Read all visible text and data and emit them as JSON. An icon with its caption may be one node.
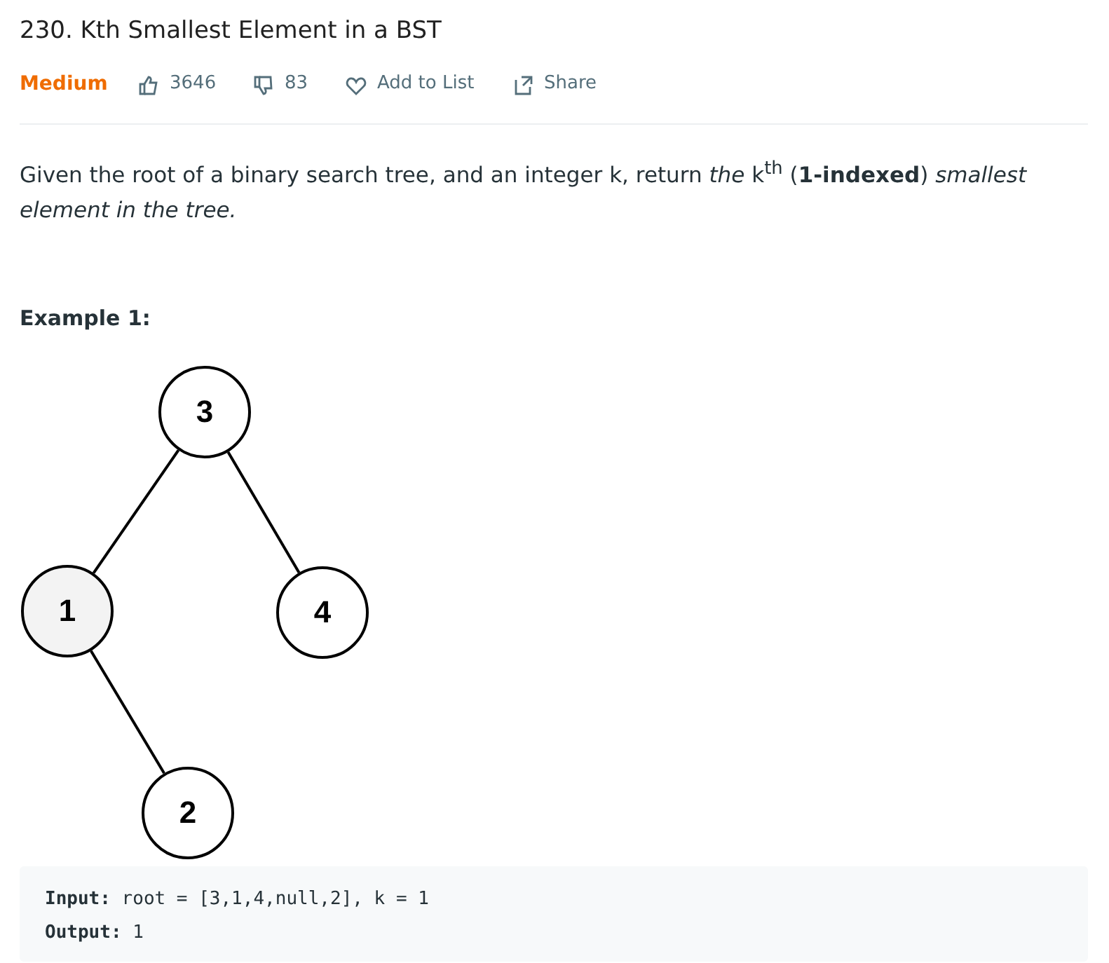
{
  "diagram": {
    "title": "230. Kth Smallest Element in a BST",
    "nodes": [
      {
        "text": [
          "3"
        ]
      },
      {
        "text": [
          "1"
        ]
      },
      {
        "text": [
          "4"
        ]
      },
      {
        "text": [
          "2"
        ]
      }
    ],
    "edges": [
      {
        "from": 0,
        "to": 1,
        "arrow": "none"
      },
      {
        "from": 0,
        "to": 2,
        "arrow": "none"
      },
      {
        "from": 1,
        "to": 3,
        "arrow": "none"
      }
    ],
    "labels": [
      "Medium",
      "3646",
      "83",
      "Add to List",
      "Share",
      "Given the root of a binary search tree, and an integer k, return *the* k$^{th}$ (**1-indexed**) *smallest element in the tree.*",
      "Example 1:",
      "**Input:** root = [3,1,4,null,2], k = 1",
      "**Output:** 1"
    ]
  }
}
